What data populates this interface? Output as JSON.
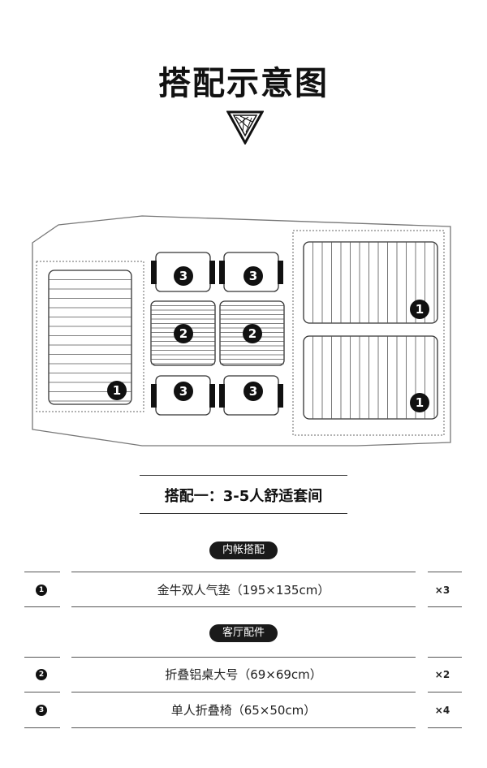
{
  "page": {
    "title": "搭配示意图",
    "subtitle": "搭配一：3-5人舒适套间"
  },
  "diagram": {
    "markers": {
      "mattress": "1",
      "table": "2",
      "chair": "3"
    }
  },
  "sections": [
    {
      "label": "内帐搭配",
      "items": [
        {
          "num": "1",
          "name": "金牛双人气垫（195×135cm）",
          "qty": "×3"
        }
      ]
    },
    {
      "label": "客厅配件",
      "items": [
        {
          "num": "2",
          "name": "折叠铝桌大号（69×69cm）",
          "qty": "×2"
        },
        {
          "num": "3",
          "name": "单人折叠椅（65×50cm）",
          "qty": "×4"
        }
      ]
    }
  ],
  "colors": {
    "ink": "#111111",
    "outline": "#555555"
  }
}
